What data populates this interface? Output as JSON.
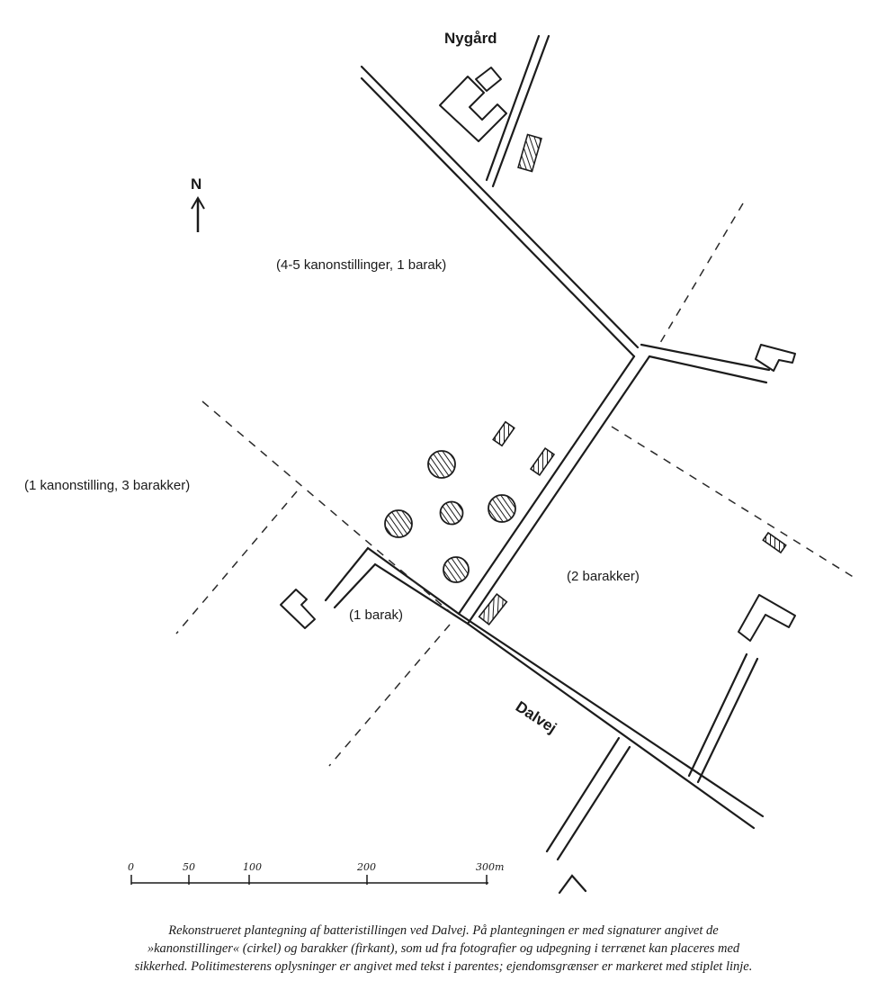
{
  "map": {
    "places": {
      "nygaard": "Nygård",
      "dalvej": "Dalvej"
    },
    "north_arrow": "N",
    "notes": {
      "north_area": "(4-5 kanonstillinger, 1 barak)",
      "west_area": "(1 kanonstilling, 3 barakker)",
      "east_area": "(2 barakker)",
      "south_area": "(1 barak)"
    },
    "scale_bar": {
      "unit": "m",
      "ticks": [
        "0",
        "50",
        "100",
        "200",
        "300m"
      ]
    },
    "legend_symbols": {
      "gun_position": "circle",
      "barrack": "rectangle",
      "property_boundary": "dashed line"
    },
    "counts": {
      "gun_positions_drawn": 5,
      "barracks_drawn": 5
    },
    "colors": {
      "ink": "#1c1c1c",
      "paper": "#ffffff"
    }
  },
  "caption": {
    "line1": "Rekonstrueret plantegning af batteristillingen ved Dalvej. På plantegningen er med signaturer angivet de",
    "line2": "»kanonstillinger« (cirkel) og barakker (firkant), som ud fra fotografier og udpegning i terrænet kan placeres med",
    "line3": "sikkerhed. Politimesterens oplysninger er angivet med tekst i parentes; ejendomsgrænser er markeret med stiplet linje."
  }
}
